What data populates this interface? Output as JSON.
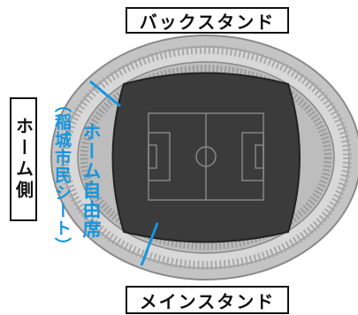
{
  "labels": {
    "back_stand": "バックスタンド",
    "main_stand": "メインスタンド",
    "home_side": "ホーム側"
  },
  "area": {
    "name": "ホーム自由席",
    "sub": "（稲城市民シート）"
  },
  "colors": {
    "accent_blue": "#1596e0",
    "pitch_dark": "#3b3b3b",
    "stand_gray": "#b8b8b8"
  }
}
